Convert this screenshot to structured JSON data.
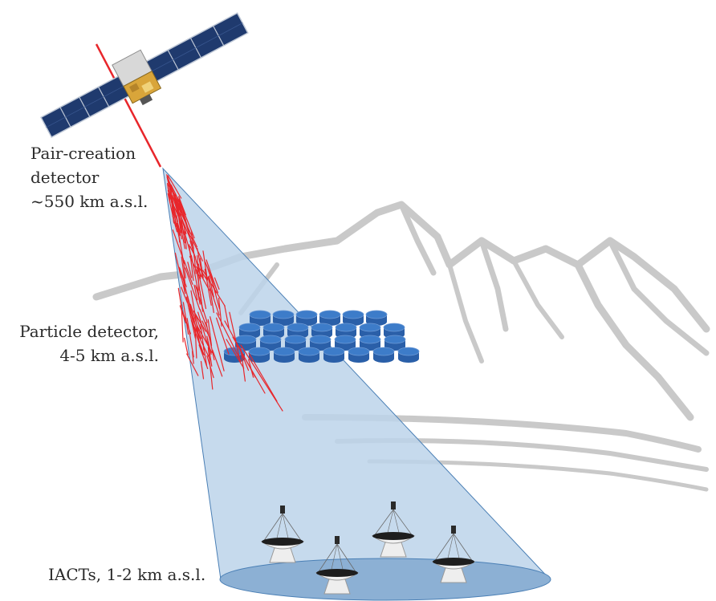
{
  "labels": {
    "pair_creation": [
      "Pair-creation",
      "detector",
      "~550 km a.s.l."
    ],
    "particle_detector": [
      "Particle detector,",
      "4-5 km a.s.l."
    ],
    "iacts": "IACTs, 1-2 km a.s.l."
  },
  "colors": {
    "mountain": "#c9c9c9",
    "cone_fill": "#bcd3ea",
    "cone_stroke": "#4a7fb5",
    "ellipse_fill": "#8cb0d4",
    "shower": "#e8262b",
    "detector_blue": "#3d7cc9",
    "detector_blue_dark": "#2a5fa8",
    "solar_panel": "#1f3a6e",
    "satellite_body": "#d9a53a"
  },
  "icons": [
    "satellite-icon",
    "telescope-icon",
    "water-tank-icon"
  ]
}
